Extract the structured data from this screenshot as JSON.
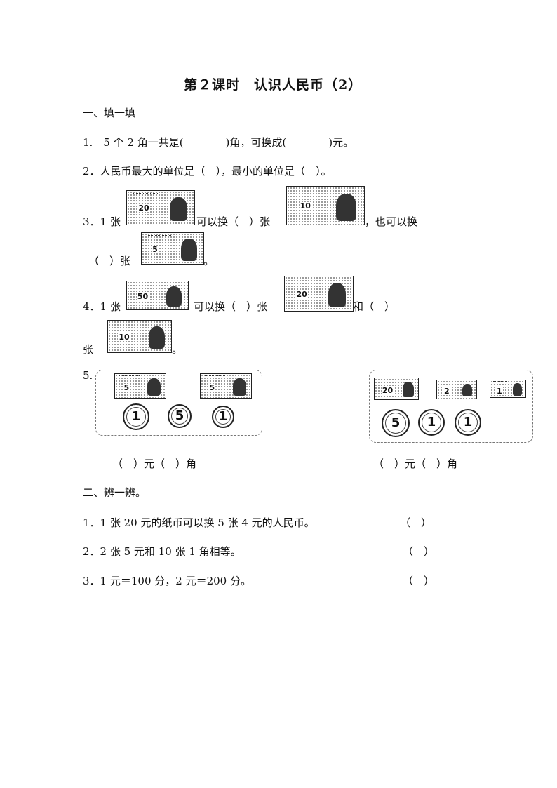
{
  "title": "第２课时　认识人民币（2）",
  "section1": {
    "heading": "一、填一填",
    "q1": "1.　5 个 2 角一共是(　　　　)角，可换成(　　　　)元。",
    "q2": "2．人民币最大的单位是（　），最小的单位是（　）。",
    "q3": {
      "prefix": "3．1 张",
      "mid": "可以换（　）张",
      "suffix": "，也可以换",
      "line2_prefix": "（　）张",
      "line2_suffix": "。"
    },
    "q4": {
      "prefix": "4．1 张",
      "mid": "可以换（　）张",
      "suffix": "和（　）",
      "line2_prefix": "张",
      "line2_suffix": "。"
    },
    "q5": {
      "label": "5.",
      "left_answer": "（　）元（　）角",
      "right_answer": "（　）元（　）角"
    },
    "notes": {
      "n20": "20",
      "n10": "10",
      "n50": "50",
      "n5": "5",
      "n2": "2"
    },
    "coins": {
      "one": "1",
      "five": "5"
    }
  },
  "section2": {
    "heading": "二、辨一辨。",
    "items": [
      {
        "text": "1．1 张 20 元的纸币可以换 5 张 4 元的人民币。",
        "blank": "（　）"
      },
      {
        "text": "2．2 张 5 元和 10 张 1 角相等。",
        "blank": "（　）"
      },
      {
        "text": "3．1 元＝100 分，2 元＝200 分。",
        "blank": "（　）"
      }
    ]
  }
}
